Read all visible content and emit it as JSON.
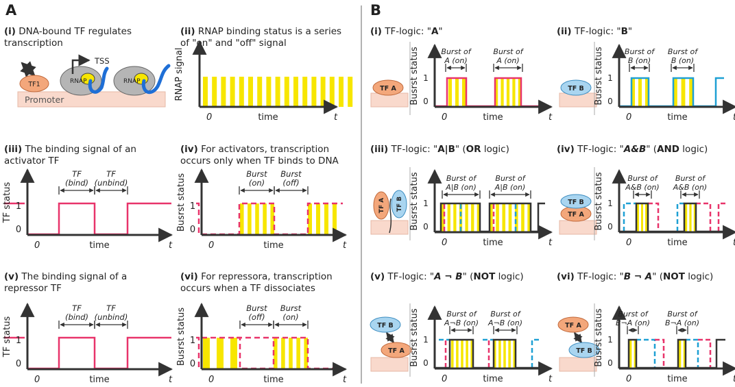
{
  "colors": {
    "pink": "#e8336a",
    "blue": "#1ea0d4",
    "yellow": "#f7e600",
    "dark": "#333333",
    "promoter": "#f9d9cc",
    "tf_fill": "#f3a77b",
    "tfb_fill": "#a9d5f0"
  },
  "panelA": {
    "letter": "A",
    "p1": {
      "num": "(i)",
      "text1": " DNA-bound TF regulates",
      "text2": "transcription",
      "tf": "TF1",
      "rnap": "RNAP",
      "tss": "TSS",
      "promoter": "Promoter"
    },
    "p2": {
      "num": "(ii)",
      "text1": " RNAP binding status is a series",
      "text2": "of \"on\" and \"off\" signal",
      "ylabel": "RNAP signal",
      "xlabel": "time",
      "x0": "0",
      "xt": "t"
    },
    "p3": {
      "num": "(iii)",
      "text1": " The binding signal of an",
      "text2": "activator TF",
      "ylabel": "TF status",
      "xlabel": "time",
      "x0": "0",
      "xt": "t",
      "y1": "1",
      "y0": "0",
      "a1a": "TF",
      "a1b": "(bind)",
      "a2a": "TF",
      "a2b": "(unbind)"
    },
    "p4": {
      "num": "(iv)",
      "text1": " For activators, transcription",
      "text2": "occurs only when TF binds to DNA",
      "ylabel": "Busrst status",
      "xlabel": "time",
      "x0": "0",
      "xt": "t",
      "y1": "1",
      "y0": "0",
      "a1a": "Burst",
      "a1b": "(on)",
      "a2a": "Burst",
      "a2b": "(off)"
    },
    "p5": {
      "num": "(v)",
      "text1": " The binding signal of a",
      "text2": "repressor TF",
      "ylabel": "TF status",
      "xlabel": "time",
      "x0": "0",
      "xt": "t",
      "y1": "1",
      "y0": "0",
      "a1a": "TF",
      "a1b": "(bind)",
      "a2a": "TF",
      "a2b": "(unbind)"
    },
    "p6": {
      "num": "(vi)",
      "text1": " For repressora, transcription",
      "text2": "occurs when a TF dissociates",
      "ylabel": "Busrst status",
      "xlabel": "time",
      "x0": "0",
      "xt": "t",
      "y1": "1",
      "y0": "0",
      "a1a": "Burst",
      "a1b": "(off)",
      "a2a": "Burst",
      "a2b": "(on)"
    }
  },
  "panelB": {
    "letter": "B",
    "p1": {
      "num": "(i)",
      "pre": " TF-logic: \"",
      "logic": "A",
      "post": "\"",
      "extra": "",
      "tf1": "TF A",
      "ylabel": "Busrst status",
      "xlabel": "time",
      "x0": "0",
      "xt": "t",
      "y1": "1",
      "y0": "0",
      "a1a": "Burst of",
      "a1b": "A (on)",
      "a2a": "Burst of",
      "a2b": "A (on)"
    },
    "p2": {
      "num": "(ii)",
      "pre": " TF-logic: \"",
      "logic": "B",
      "post": "\"",
      "extra": "",
      "tf1": "TF B",
      "ylabel": "Busrst status",
      "xlabel": "time",
      "x0": "0",
      "xt": "t",
      "y1": "1",
      "y0": "0",
      "a1a": "Burst of",
      "a1b": "B (on)",
      "a2a": "Burst of",
      "a2b": "B (on)"
    },
    "p3": {
      "num": "(iii)",
      "pre": " TF-logic: \"",
      "logic": "A|B",
      "post": "\" (",
      "extra": "OR",
      "extra_post": " logic)",
      "tf1": "TF A",
      "tf2": "TF B",
      "ylabel": "Busrst status",
      "xlabel": "time",
      "x0": "0",
      "xt": "t",
      "y1": "1",
      "y0": "0",
      "a1a": "Burst of",
      "a1b": "A|B (on)",
      "a2a": "Burst of",
      "a2b": "A|B (on)"
    },
    "p4": {
      "num": "(iv)",
      "pre": " TF-logic: \"",
      "logic": "A&B",
      "post": "\" (",
      "extra": "AND",
      "extra_post": " logic)",
      "tf1": "TF B",
      "tf2": "TF A",
      "ylabel": "Busrst status",
      "xlabel": "time",
      "x0": "0",
      "xt": "t",
      "y1": "1",
      "y0": "0",
      "a1a": "Burst of",
      "a1b": "A&B (on)",
      "a2a": "Burst of",
      "a2b": "A&B (on)"
    },
    "p5": {
      "num": "(v)",
      "pre": " TF-logic: \"",
      "logic": "A ¬ B",
      "post": "\" (",
      "extra": "NOT",
      "extra_post": " logic)",
      "tf1": "TF B",
      "tf2": "TF A",
      "ylabel": "Busrst status",
      "xlabel": "time",
      "x0": "0",
      "xt": "t",
      "y1": "1",
      "y0": "0",
      "a1a": "Burst of",
      "a1b": "A¬B (on)",
      "a2a": "Burst of",
      "a2b": "A¬B (on)"
    },
    "p6": {
      "num": "(vi)",
      "pre": " TF-logic: \"",
      "logic": "B ¬ A",
      "post": "\" (",
      "extra": "NOT",
      "extra_post": " logic)",
      "tf1": "TF A",
      "tf2": "TF B",
      "ylabel": "Busrst status",
      "xlabel": "time",
      "x0": "0",
      "xt": "t",
      "y1": "1",
      "y0": "0",
      "a1a": "Burst of",
      "a1b": "B¬A (on)",
      "a2a": "Burst of",
      "a2b": "B¬A (on)"
    }
  }
}
